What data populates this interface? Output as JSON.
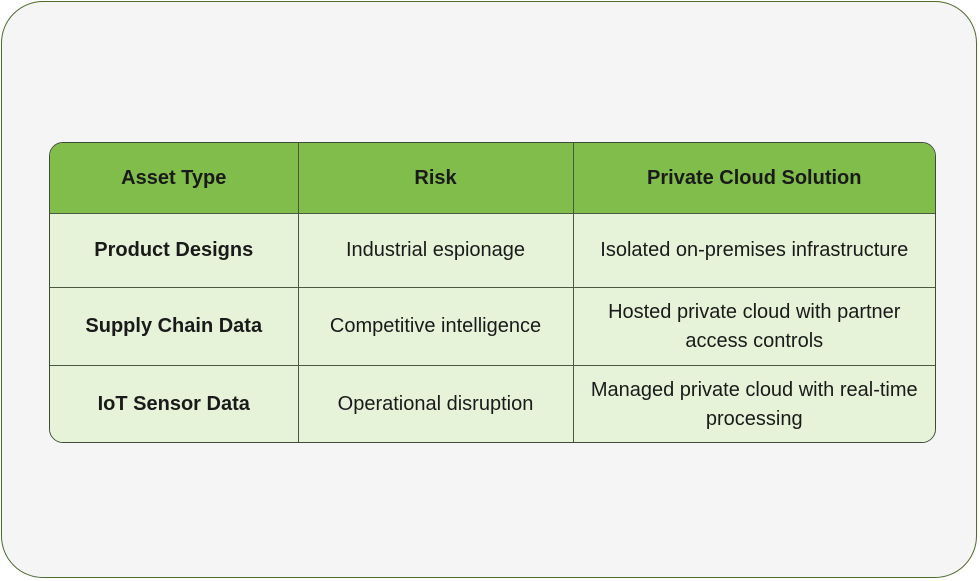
{
  "table": {
    "headers": [
      "Asset Type",
      "Risk",
      "Private Cloud Solution"
    ],
    "rows": [
      [
        "Product Designs",
        "Industrial espionage",
        "Isolated on-premises infrastructure"
      ],
      [
        "Supply Chain Data",
        "Competitive intelligence",
        "Hosted private cloud with partner access controls"
      ],
      [
        "IoT Sensor Data",
        "Operational disruption",
        "Managed private cloud with real-time processing"
      ]
    ]
  },
  "colors": {
    "header_bg": "#80bd4a",
    "row_bg": "#e6f3d9",
    "card_bg": "#f5f5f5",
    "card_border": "#4f6b2e"
  }
}
